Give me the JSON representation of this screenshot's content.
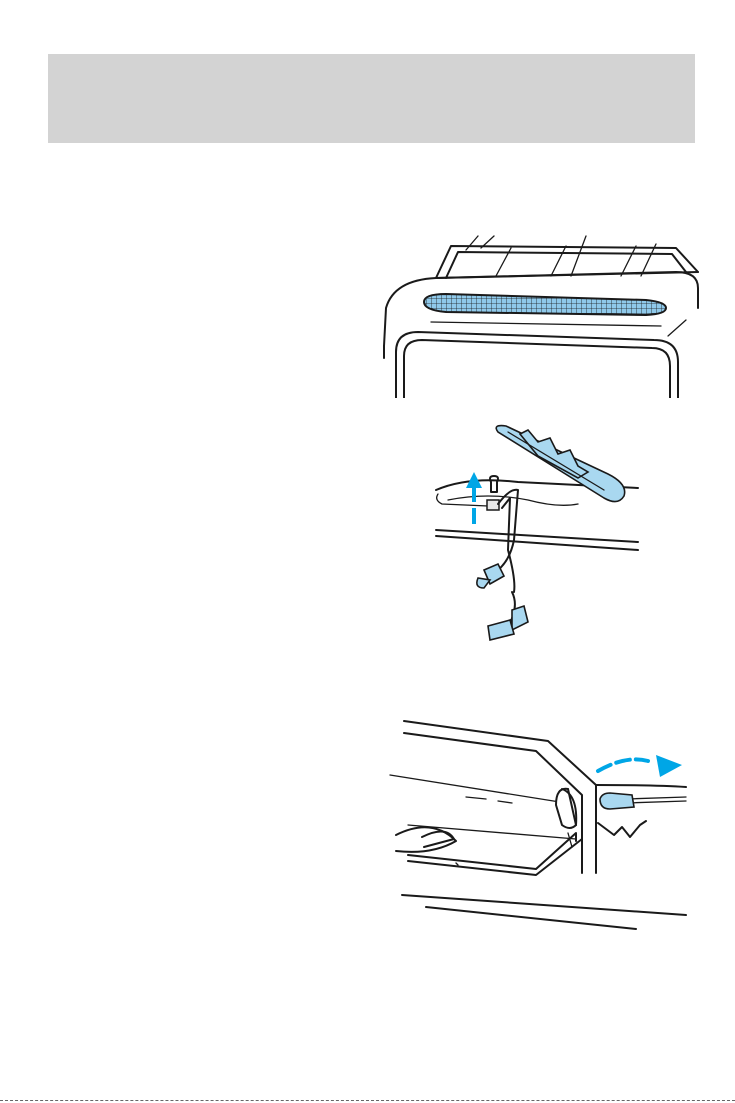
{
  "colors": {
    "header_band": "#d3d3d3",
    "accent_blue": "#00a6e6",
    "part_blue": "#a9d8f0"
  },
  "figures": [
    {
      "icon": "high-mount-brake-lamp-on-roof-illustration"
    },
    {
      "icon": "lamp-assembly-removal-illustration"
    },
    {
      "icon": "bulb-socket-removal-illustration"
    }
  ]
}
